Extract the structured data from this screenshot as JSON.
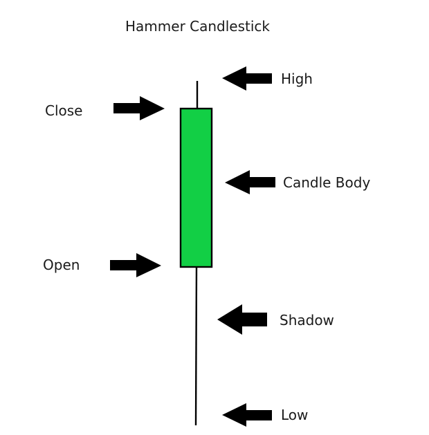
{
  "title": "Hammer Candlestick",
  "labels": {
    "high": "High",
    "close": "Close",
    "candle_body": "Candle Body",
    "open": "Open",
    "shadow": "Shadow",
    "low": "Low"
  },
  "colors": {
    "body_fill": "#12cf45",
    "outline": "#000000",
    "text": "#1a1a1a",
    "background": "#ffffff"
  },
  "icons": {
    "arrow_left": "arrow-left-icon",
    "arrow_right": "arrow-right-icon"
  }
}
